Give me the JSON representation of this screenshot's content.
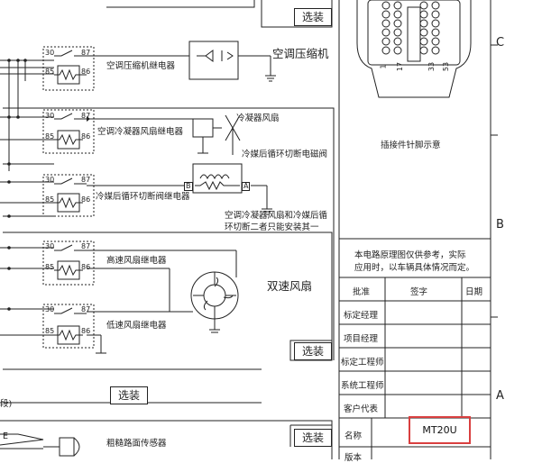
{
  "option_label": "选装",
  "relays": [
    {
      "pin30": "30",
      "pin87": "87",
      "pin85": "85",
      "pin86": "86",
      "name": "空调压缩机继电器"
    },
    {
      "pin30": "30",
      "pin87": "87",
      "pin85": "85",
      "pin86": "86",
      "name": "空调冷凝器风扇继电器"
    },
    {
      "pin30": "30",
      "pin87": "87",
      "pin85": "85",
      "pin86": "86",
      "name": "冷媒后循环切断阀继电器"
    },
    {
      "pin30": "30",
      "pin87": "87",
      "pin85": "85",
      "pin86": "86",
      "name": "高速风扇继电器"
    },
    {
      "pin30": "30",
      "pin87": "87",
      "pin85": "85",
      "pin86": "86",
      "name": "低速风扇继电器"
    }
  ],
  "components": {
    "compressor": "空调压缩机",
    "condenser_fan": "冷凝器风扇",
    "cutoff_valve": "冷媒后循环切断电磁阀",
    "valve_pin_b": "B",
    "valve_pin_a": "A",
    "note": [
      "空调冷凝器风扇和冷媒后循",
      "环切断二者只能安装其一"
    ],
    "two_speed_fan": "双速风扇",
    "left_cut": "段)",
    "left_e": "E",
    "rough_road_sensor": "粗糙路面传感器"
  },
  "connector": {
    "pin_labels": [
      "1",
      "17",
      "33",
      "53"
    ],
    "caption": "插接件针脚示意"
  },
  "title_block": {
    "disclaimer": [
      "本电路原理图仅供参考，实际",
      "应用时，以车辆具体情况而定。"
    ],
    "headers": [
      "批准",
      "签字",
      "日期"
    ],
    "rows": [
      "标定经理",
      "项目经理",
      "标定工程师",
      "系统工程师",
      "客户代表"
    ],
    "name_label": "名称",
    "name_value": "MT20U",
    "version_label": "版本"
  },
  "zones": [
    "C",
    "B",
    "A"
  ]
}
